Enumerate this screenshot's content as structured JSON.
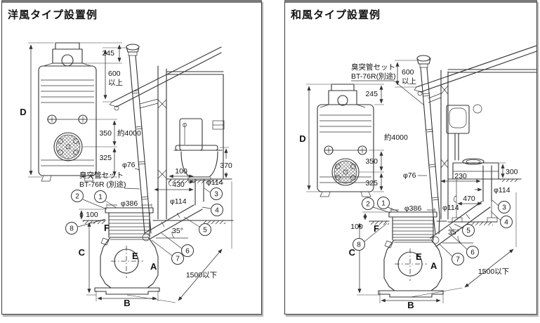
{
  "colors": {
    "line": "#333333",
    "panel_border": "#3a3a3a",
    "panel_top_bar": "#7a7a7a",
    "shadow": "#b5b5b5",
    "background": "#ffffff"
  },
  "left_panel": {
    "title": "洋風タイプ設置例",
    "vent_label": {
      "line1": "臭突管セット",
      "line2": "BT-76R (別途)"
    },
    "dimensions": {
      "top_height": "245",
      "above_roof": "600",
      "above_roof_suffix": "以上",
      "mid_height": "350",
      "low_height": "325",
      "pipe_length": "約4000",
      "vent_pipe_dia": "φ76",
      "toilet_height": "370",
      "wall_offset": "100",
      "trap_offset": "430",
      "drain_dia_vertical": "φ114",
      "drain_dia_sloped": "φ114",
      "lid_dia": "φ386",
      "riser_above_ground": "100",
      "slope_angle": "35°",
      "max_distance": "1500以下"
    },
    "letters": {
      "a": "A",
      "b": "B",
      "c": "C",
      "d": "D",
      "e": "E",
      "f": "F"
    },
    "callouts": {
      "c1": "1",
      "c2": "2",
      "c3": "3",
      "c4": "4",
      "c5": "5",
      "c6": "6",
      "c7": "7",
      "c8": "8"
    }
  },
  "right_panel": {
    "title": "和風タイプ設置例",
    "vent_label": {
      "line1": "臭突管セット",
      "line2": "BT-76R(別途)"
    },
    "dimensions": {
      "top_height": "245",
      "above_roof": "600",
      "above_roof_suffix": "以上",
      "mid_height": "350",
      "low_height": "325",
      "pipe_length": "約4000",
      "vent_pipe_dia": "φ76",
      "platform_height": "300",
      "wall_offset": "230",
      "trap_offset": "470",
      "drain_dia_vertical": "φ114",
      "drain_dia_sloped": "φ114",
      "lid_dia": "φ386",
      "riser_above_ground": "100",
      "slope_angle": "35°",
      "max_distance": "1500以下"
    },
    "letters": {
      "a": "A",
      "b": "B",
      "c": "C",
      "d": "D",
      "e": "E",
      "f": "F"
    },
    "callouts": {
      "c1": "1",
      "c2": "2",
      "c3": "3",
      "c4": "4",
      "c5": "5",
      "c6": "6",
      "c7": "7",
      "c8": "8"
    }
  }
}
